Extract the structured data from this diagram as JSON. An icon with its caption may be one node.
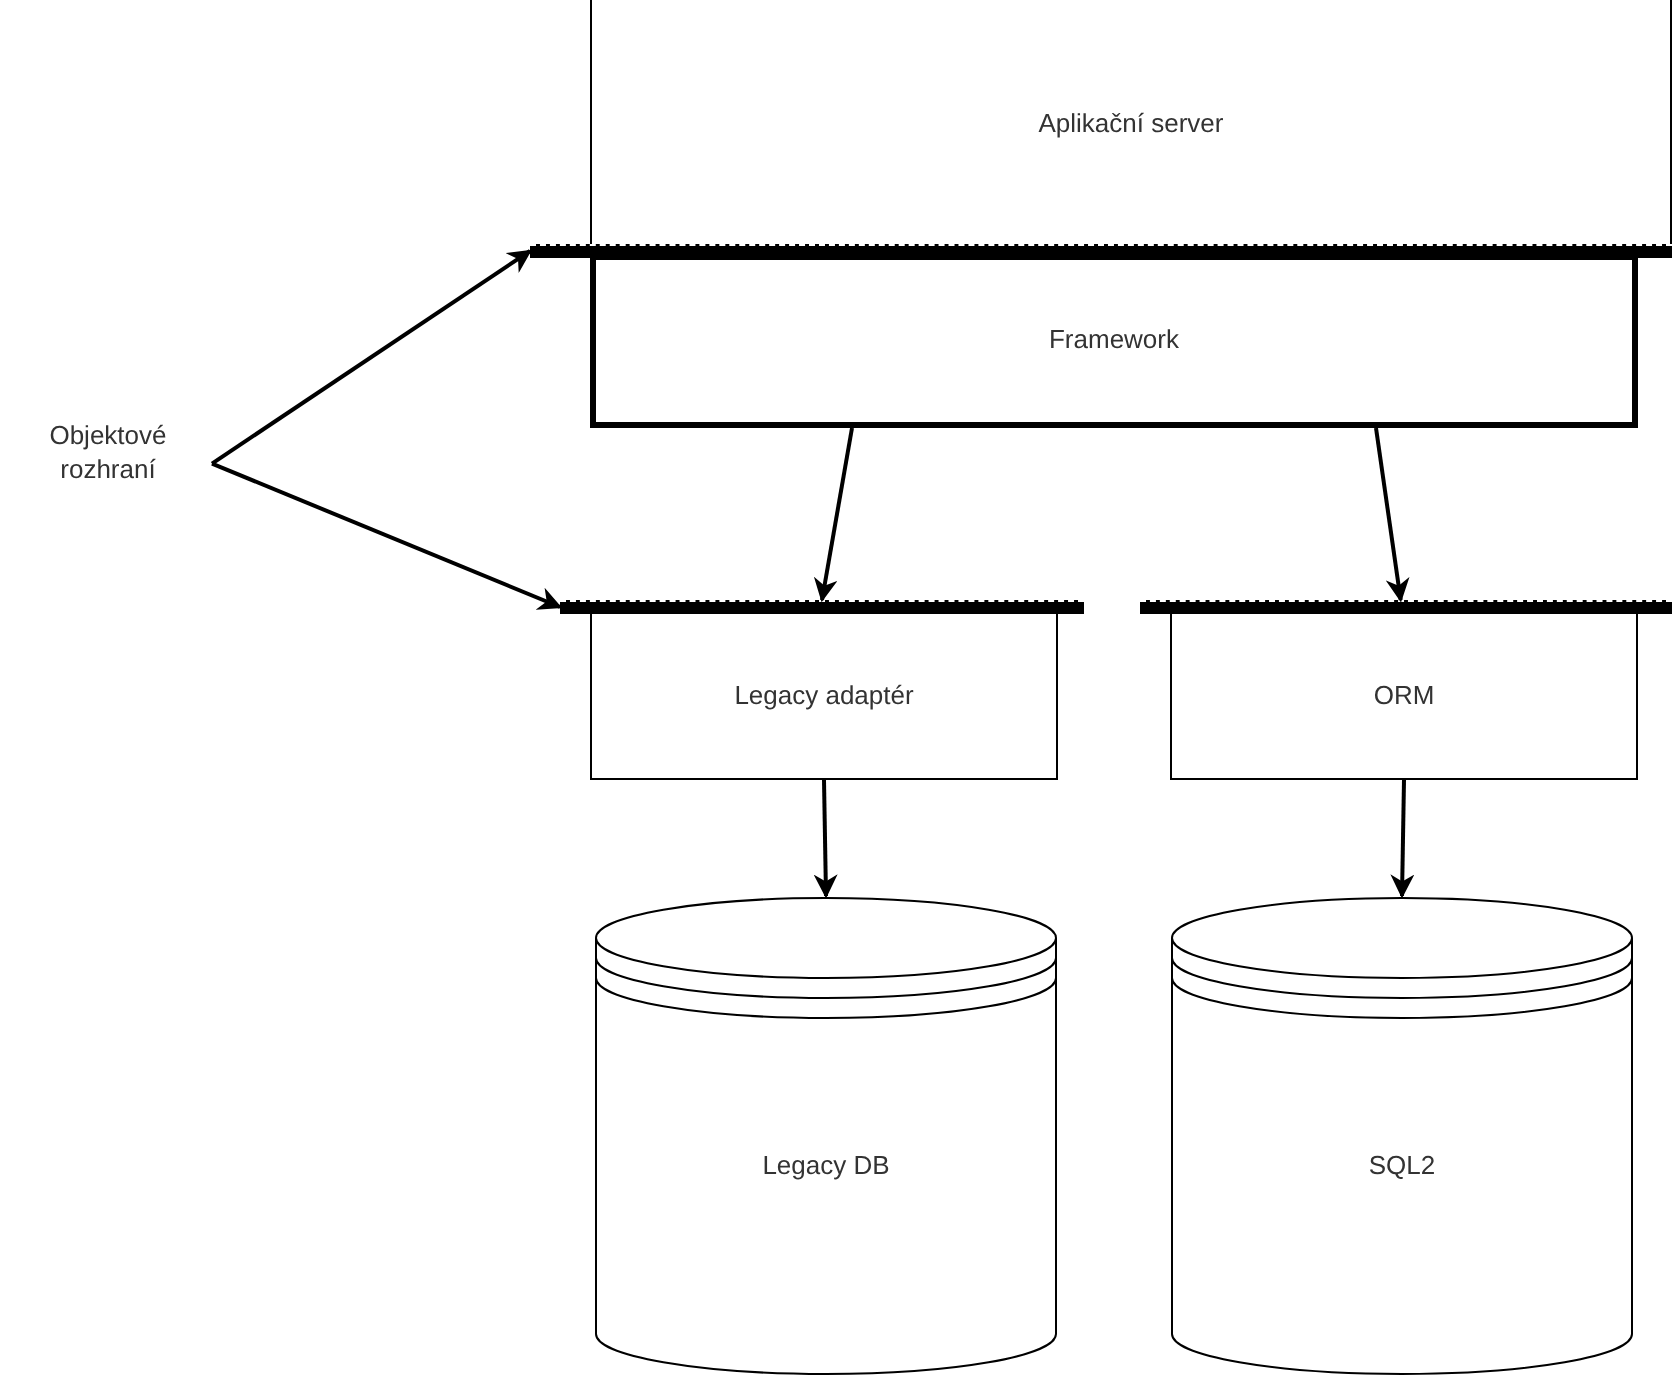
{
  "diagram": {
    "nodes": [
      {
        "text": [
          "Aplikační server"
        ]
      },
      {
        "text": [],
        "shape": "bar"
      },
      {
        "text": [
          "Objektové rozhraní"
        ]
      },
      {
        "text": [
          "Framework"
        ]
      },
      {
        "text": [],
        "shape": "bar"
      },
      {
        "text": [],
        "shape": "bar"
      },
      {
        "text": [
          "Legacy adaptér"
        ]
      },
      {
        "text": [
          "ORM"
        ]
      },
      {
        "text": [
          "Legacy DB"
        ]
      },
      {
        "text": [
          "SQL2"
        ]
      }
    ],
    "edges": [
      {
        "from": 2,
        "to": 1,
        "arrow": "to"
      },
      {
        "from": 2,
        "to": 4,
        "arrow": "to"
      },
      {
        "from": 3,
        "to": 4,
        "arrow": "to"
      },
      {
        "from": 3,
        "to": 5,
        "arrow": "to"
      },
      {
        "from": 6,
        "to": 8,
        "arrow": "to"
      },
      {
        "from": 7,
        "to": 9,
        "arrow": "to"
      }
    ]
  }
}
